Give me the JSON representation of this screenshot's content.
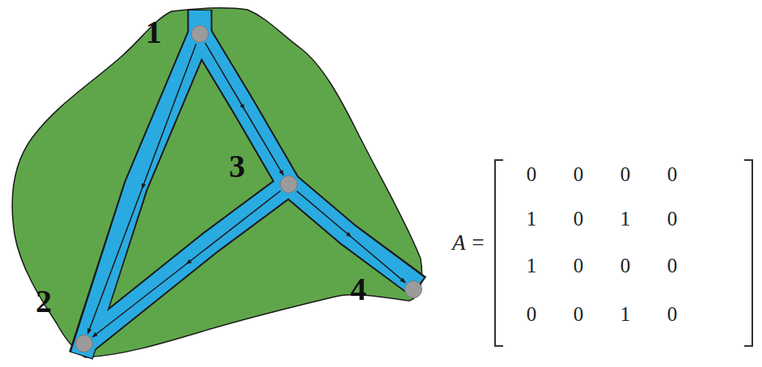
{
  "diagram": {
    "nodes": [
      {
        "text": [
          "1"
        ]
      },
      {
        "text": [
          "2"
        ]
      },
      {
        "text": [
          "3"
        ]
      },
      {
        "text": [
          "4"
        ]
      }
    ],
    "edges": [
      {
        "from": 0,
        "to": 2,
        "arrow": "to"
      },
      {
        "from": 0,
        "to": 1,
        "arrow": "to"
      },
      {
        "from": 2,
        "to": 1,
        "arrow": "to"
      },
      {
        "from": 2,
        "to": 3,
        "arrow": "to"
      }
    ],
    "labels": [
      "A =",
      "0",
      "0",
      "0",
      "0",
      "1",
      "0",
      "1",
      "0",
      "1",
      "0",
      "0",
      "0",
      "0",
      "0",
      "1",
      "0"
    ]
  }
}
